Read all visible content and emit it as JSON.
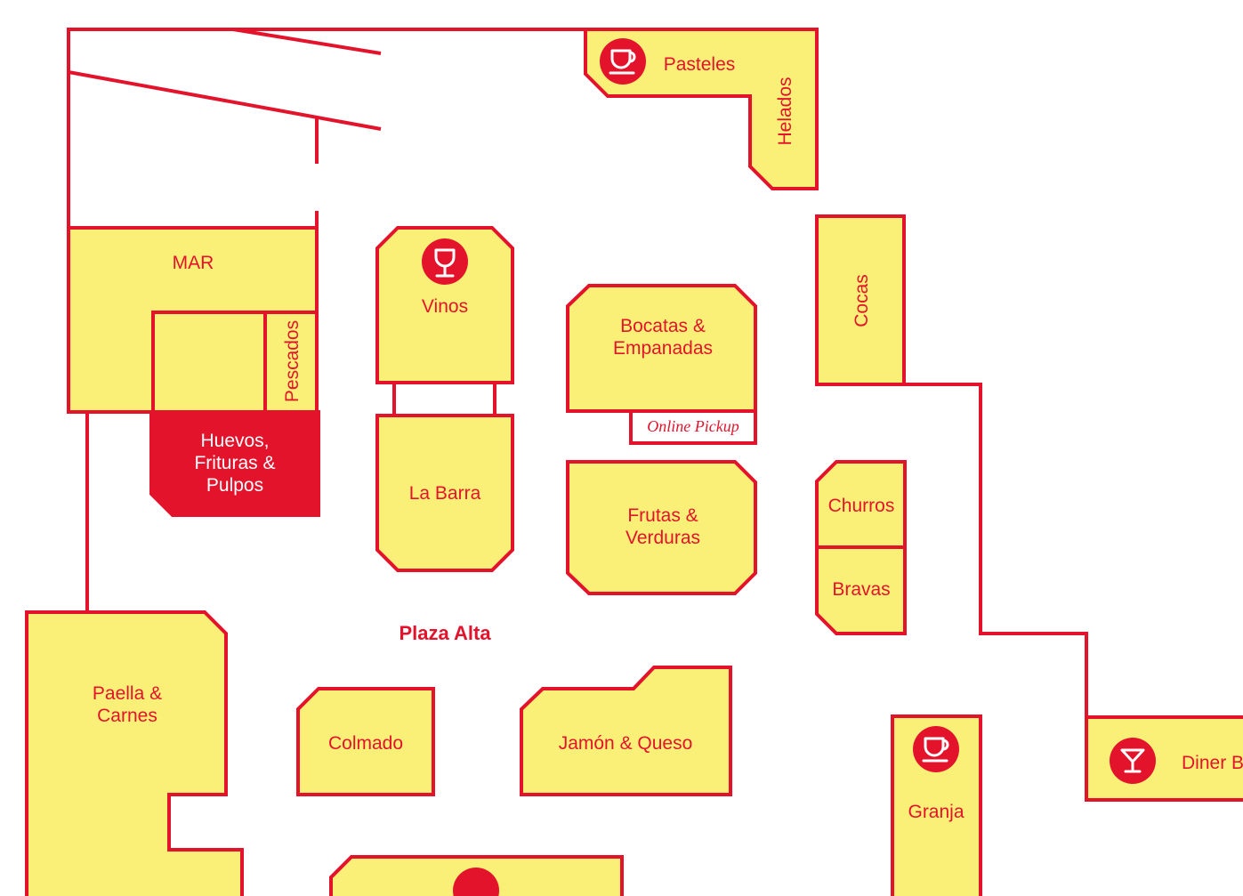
{
  "colors": {
    "accent": "#e3132c",
    "stall_fill": "#fbf077",
    "background": "#ffffff"
  },
  "plaza_label": "Plaza Alta",
  "pickup_label": "Online Pickup",
  "stalls": {
    "pasteles": "Pasteles",
    "helados": "Helados",
    "cocas": "Cocas",
    "mar": "MAR",
    "pescados": "Pescados",
    "huevos": [
      "Huevos,",
      "Frituras &",
      "Pulpos"
    ],
    "vinos": "Vinos",
    "la_barra": "La Barra",
    "bocatas": [
      "Bocatas &",
      "Empanadas"
    ],
    "frutas": [
      "Frutas &",
      "Verduras"
    ],
    "churros": "Churros",
    "bravas": "Bravas",
    "paella": [
      "Paella &",
      "Carnes"
    ],
    "colmado": "Colmado",
    "jamon": "Jamón & Queso",
    "granja": "Granja",
    "diner": "Diner B"
  },
  "icons": {
    "pasteles": "coffee-cup-icon",
    "vinos": "wine-glass-icon",
    "granja": "coffee-cup-icon",
    "diner": "cocktail-glass-icon",
    "bottom": "cocktail-glass-icon"
  }
}
